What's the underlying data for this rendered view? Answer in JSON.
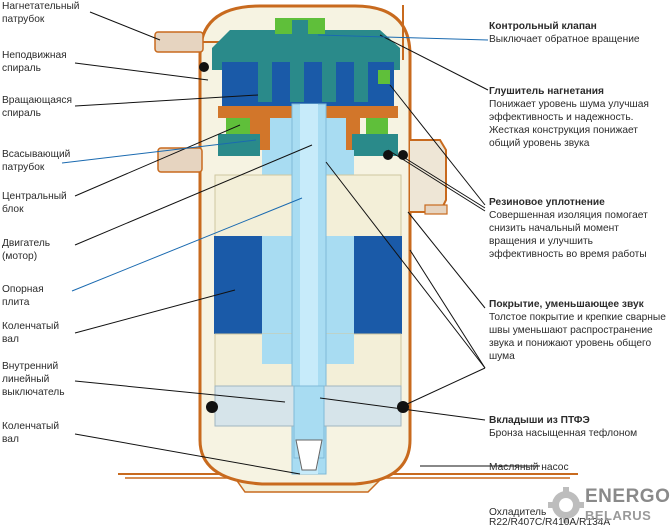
{
  "left_labels": [
    {
      "key": "discharge",
      "lines": [
        "Нагнетательный",
        "патрубок"
      ]
    },
    {
      "key": "fixed_scroll",
      "lines": [
        "Неподвижная",
        "спираль"
      ]
    },
    {
      "key": "orbiting_scroll",
      "lines": [
        "Вращающаяся",
        "спираль"
      ]
    },
    {
      "key": "suction",
      "lines": [
        "Всасывающий",
        "патрубок"
      ]
    },
    {
      "key": "center_block",
      "lines": [
        "Центральный",
        "блок"
      ]
    },
    {
      "key": "motor",
      "lines": [
        "Двигатель",
        "(мотор)"
      ]
    },
    {
      "key": "bearing_plate",
      "lines": [
        "Опорная",
        "плита"
      ]
    },
    {
      "key": "crankshaft_1",
      "lines": [
        "Коленчатый",
        "вал"
      ]
    },
    {
      "key": "overload",
      "lines": [
        "Внутренний",
        "линейный",
        "выключатель"
      ]
    },
    {
      "key": "crankshaft_2",
      "lines": [
        "Коленчатый",
        "вал"
      ]
    }
  ],
  "right_labels": [
    {
      "title": "Контрольный клапан",
      "desc": "Выключает обратное вращение"
    },
    {
      "title": "Глушитель нагнетания",
      "desc": "Понижает уровень шума улучшая эффективность и надежность. Жесткая конструкция понижает общий уровень звука"
    },
    {
      "title": "Резиновое уплотнение",
      "desc": "Совершенная изоляция помогает снизить начальный момент вращения и улучшить эффективность во время работы"
    },
    {
      "title": "Покрытие, уменьшающее звук",
      "desc": "Толстое покрытие и крепкие сварные швы уменьшают распространение звука и понижают уровень общего шума"
    },
    {
      "title": "Вкладыши из ПТФЭ",
      "desc": "Бронза насыщенная тефлоном"
    }
  ],
  "bottom": {
    "oil_pump": "Масляный насос",
    "refrigerant_label": "Охладитель",
    "refrigerant_value": "R22/R407C/R410A/R134A"
  },
  "logo": {
    "line1": "ENERGO",
    "line2": "BELARUS"
  },
  "colors": {
    "shell": "#c86a1e",
    "teal": "#2a8a8a",
    "blue": "#1a5aa8",
    "light_blue": "#a8dcf2",
    "green": "#5fbf3a",
    "orange": "#d2762a",
    "cream": "#f3efd8"
  }
}
